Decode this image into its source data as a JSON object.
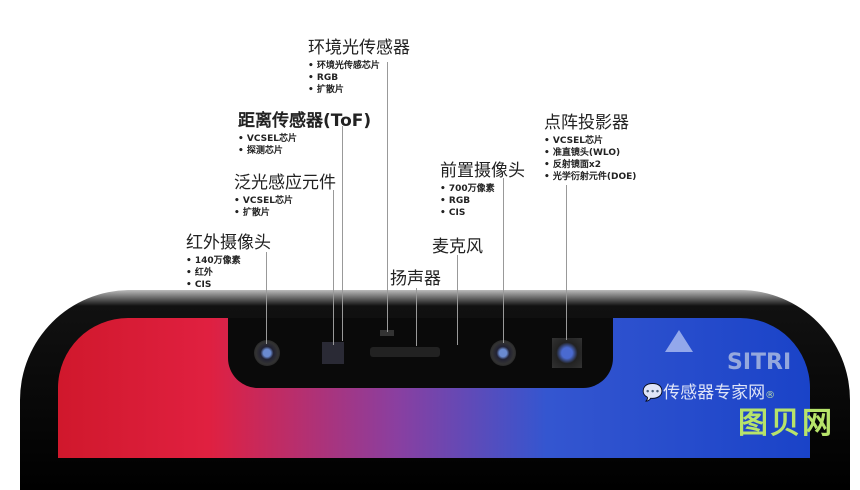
{
  "components": [
    {
      "title": "环境光传感器",
      "bullets": [
        "环境光传感芯片",
        "RGB",
        "扩散片"
      ]
    },
    {
      "title": "距离传感器(ToF)",
      "bullets": [
        "VCSEL芯片",
        "探测芯片"
      ]
    },
    {
      "title": "泛光感应元件",
      "bullets": [
        "VCSEL芯片",
        "扩散片"
      ]
    },
    {
      "title": "红外摄像头",
      "bullets": [
        "140万像素",
        "红外",
        "CIS"
      ]
    },
    {
      "title": "扬声器",
      "bullets": []
    },
    {
      "title": "麦克风",
      "bullets": []
    },
    {
      "title": "前置摄像头",
      "bullets": [
        "700万像素",
        "RGB",
        "CIS"
      ]
    },
    {
      "title": "点阵投影器",
      "bullets": [
        "VCSEL芯片",
        "准直镜头(WLO)",
        "反射镜面x2",
        "光学衍射元件(DOE)"
      ]
    }
  ],
  "watermark": {
    "brand": "SITRI",
    "wechat": "传感器专家网",
    "reg": "®",
    "site": "图贝网"
  }
}
